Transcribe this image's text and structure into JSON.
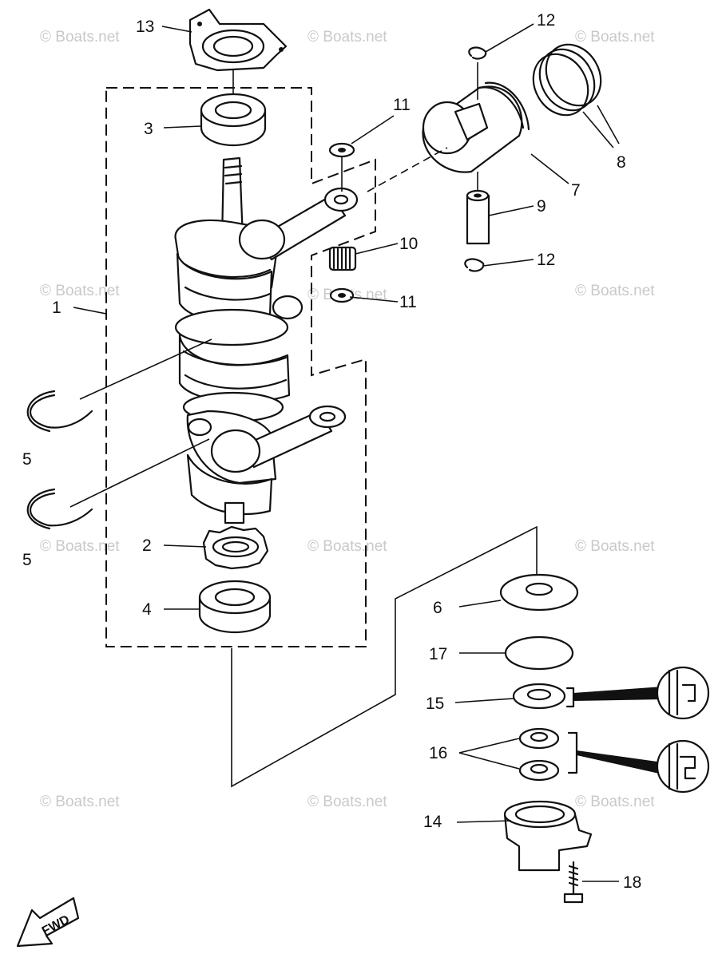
{
  "watermark": "© Boats.net",
  "fwd_label": "FWD",
  "callouts": {
    "c1": "1",
    "c2": "2",
    "c3": "3",
    "c4": "4",
    "c5a": "5",
    "c5b": "5",
    "c6": "6",
    "c7": "7",
    "c8": "8",
    "c9": "9",
    "c10": "10",
    "c11a": "11",
    "c11b": "11",
    "c12a": "12",
    "c12b": "12",
    "c13": "13",
    "c14": "14",
    "c15": "15",
    "c16": "16",
    "c17": "17",
    "c18": "18"
  }
}
